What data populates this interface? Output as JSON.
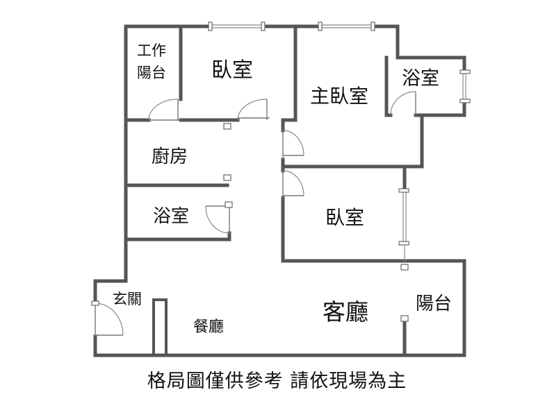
{
  "rooms": {
    "work_balcony_line1": "工作",
    "work_balcony_line2": "陽台",
    "bedroom_top": "臥室",
    "master_bedroom": "主臥室",
    "bathroom_top": "浴室",
    "kitchen": "廚房",
    "bathroom_middle": "浴室",
    "bedroom_middle": "臥室",
    "entrance": "玄關",
    "dining_room": "餐廳",
    "living_room": "客廳",
    "balcony": "陽台"
  },
  "caption": "格局圖僅供參考 請依現場為主",
  "colors": {
    "wall": "#555555",
    "text": "#111111",
    "background": "#ffffff"
  }
}
